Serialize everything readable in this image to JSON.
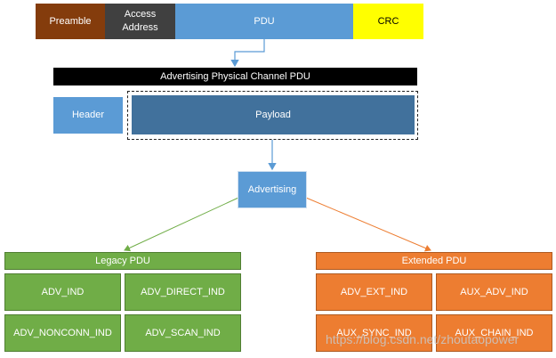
{
  "frame": {
    "preamble": "Preamble",
    "access_address": "Access Address",
    "pdu": "PDU",
    "crc": "CRC"
  },
  "advertising_physical_channel_pdu": {
    "title": "Advertising Physical Channel PDU",
    "header": "Header",
    "payload": "Payload"
  },
  "advertising": "Advertising",
  "legacy_pdu": {
    "title": "Legacy PDU",
    "items": [
      "ADV_IND",
      "ADV_DIRECT_IND",
      "ADV_NONCONN_IND",
      "ADV_SCAN_IND"
    ]
  },
  "extended_pdu": {
    "title": "Extended PDU",
    "items": [
      "ADV_EXT_IND",
      "AUX_ADV_IND",
      "AUX_SYNC_IND",
      "AUX_CHAIN_IND"
    ]
  },
  "watermark": "https://blog.csdn.net/zhoutaopower",
  "colors": {
    "preamble": "#843c0c",
    "access_address": "#404040",
    "pdu": "#5b9bd5",
    "crc": "#ffff00",
    "payload": "#41719c",
    "legacy": "#70ad47",
    "extended": "#ed7d31",
    "connector_blue": "#5b9bd5"
  }
}
